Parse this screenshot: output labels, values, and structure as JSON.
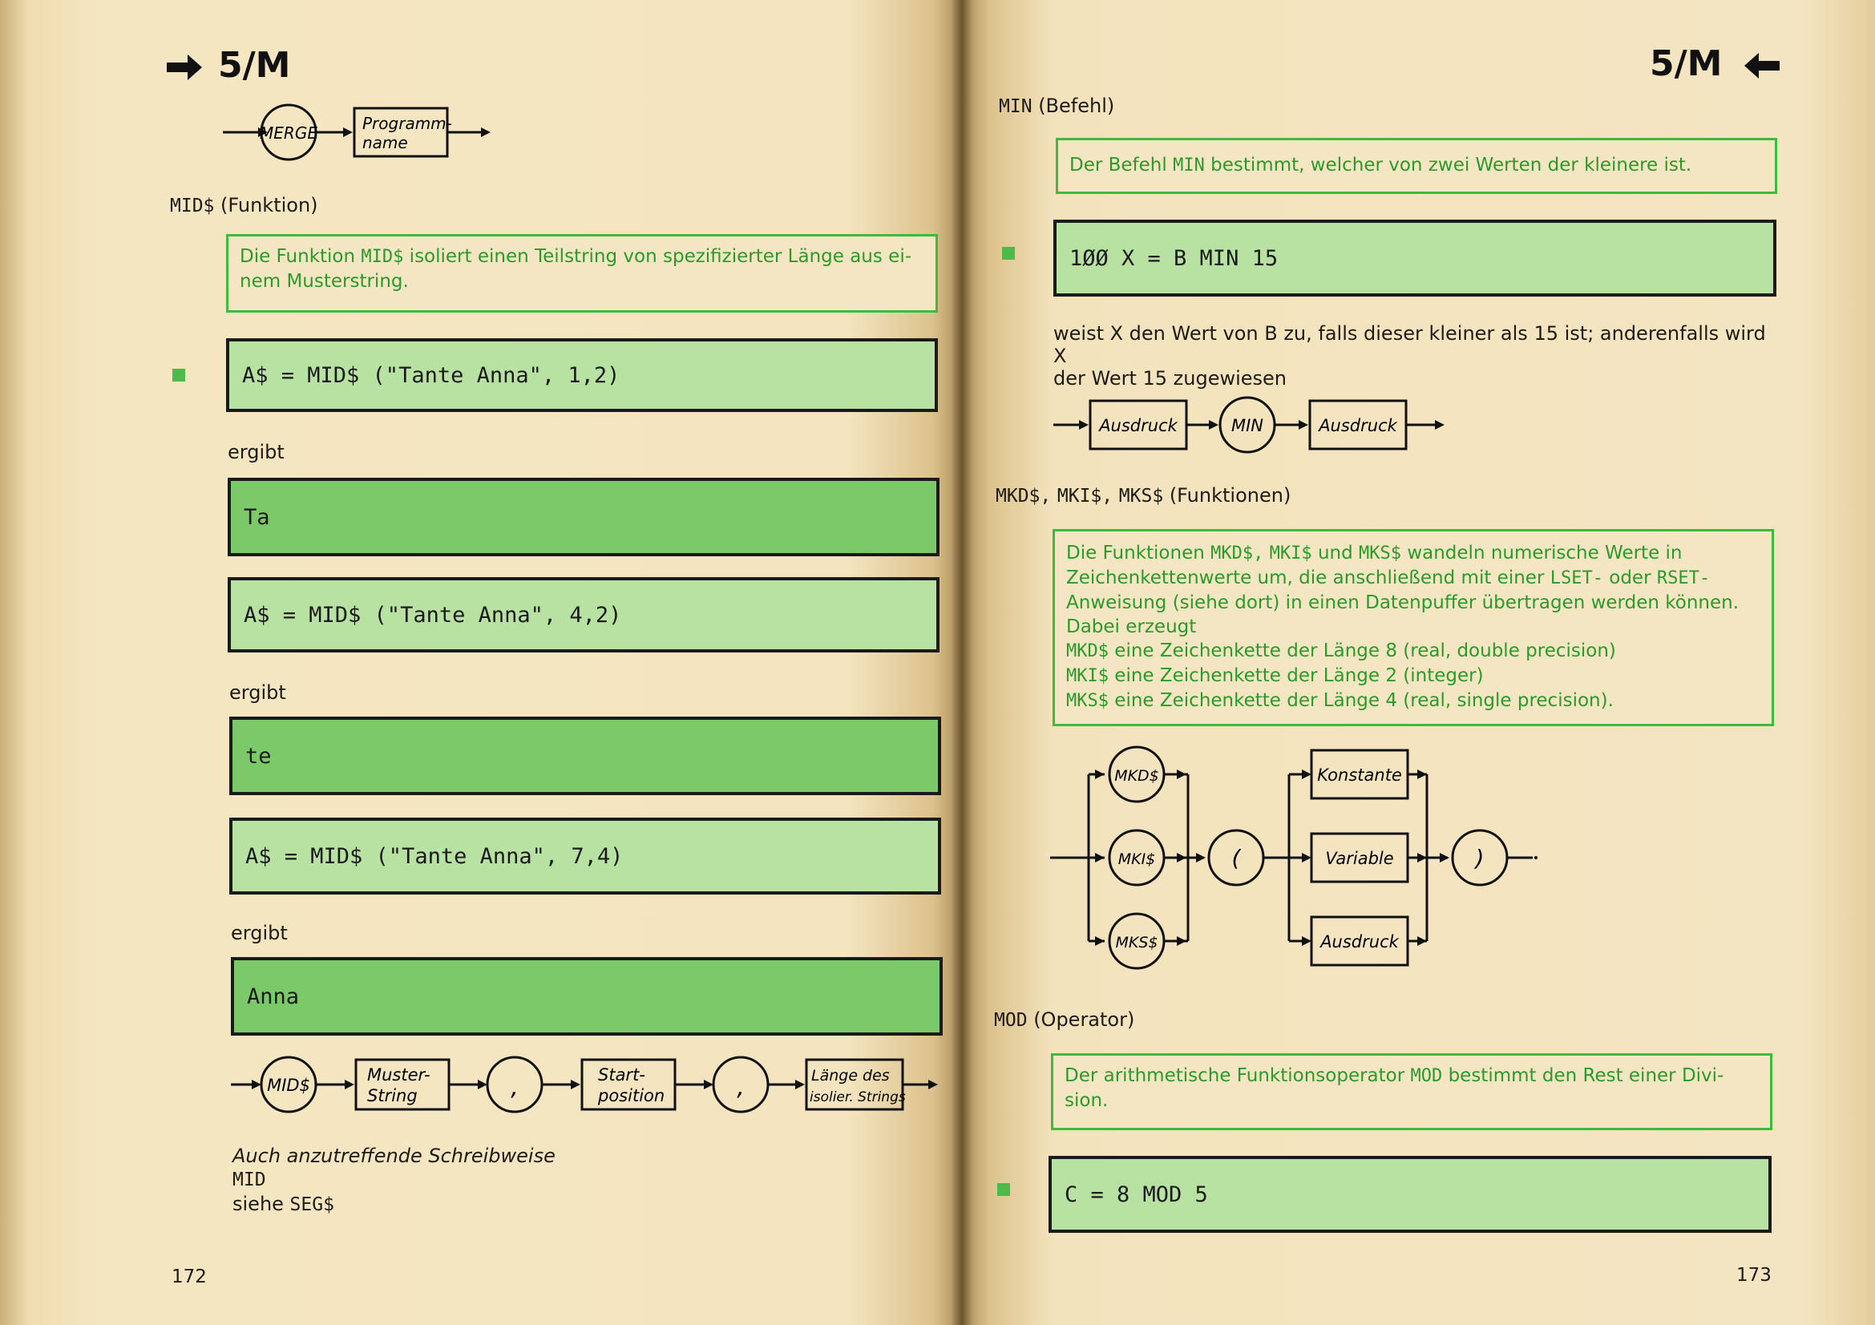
{
  "left": {
    "header": "5/M",
    "merge_diagram": {
      "keyword": "MERGE",
      "param": [
        "Programm-",
        "name"
      ]
    },
    "mid_heading": {
      "keyword": "MID$",
      "kind": "(Funktion)"
    },
    "mid_def": {
      "pre": "Die Funktion ",
      "kw": "MID$",
      "line1": " isoliert einen Teilstring von spezifizierter Länge aus ei-",
      "line2": "nem Musterstring."
    },
    "examples": [
      {
        "code": "A$ = MID$ (\"Tante Anna\", 1,2)",
        "ergibt": "ergibt",
        "result": "Ta"
      },
      {
        "code": "A$ = MID$ (\"Tante Anna\", 4,2)",
        "ergibt": "ergibt",
        "result": "te"
      },
      {
        "code": "A$ = MID$ (\"Tante Anna\", 7,4)",
        "ergibt": "ergibt",
        "result": "Anna"
      }
    ],
    "mid_diagram": {
      "keyword": "MID$",
      "box1": [
        "Muster-",
        "String"
      ],
      "comma": ",",
      "box2": [
        "Start-",
        "position"
      ],
      "box3": [
        "Länge des",
        "isolier. Strings"
      ]
    },
    "note_line1": "Auch anzutreffende Schreibweise",
    "note_line2": "MID",
    "note_line3_pre": "siehe ",
    "note_line3_kw": "SEG$",
    "page_number": "172"
  },
  "right": {
    "header": "5/M",
    "min_heading": {
      "keyword": "MIN",
      "kind": "(Befehl)"
    },
    "min_def": {
      "pre": "Der Befehl ",
      "kw": "MIN",
      "post": " bestimmt, welcher von zwei Werten der kleinere ist."
    },
    "min_code": "1ØØ X = B MIN 15",
    "min_text1": "weist X den Wert von B zu, falls dieser kleiner als 15 ist; anderenfalls wird X",
    "min_text2": "der Wert 15 zugewiesen",
    "min_diagram": {
      "box1": "Ausdruck",
      "keyword": "MIN",
      "box2": "Ausdruck"
    },
    "mk_heading": {
      "kw1": "MKD$,",
      "kw2": "MKI$,",
      "kw3": "MKS$",
      "kind": "(Funktionen)"
    },
    "mk_def": {
      "l1_pre": "Die Funktionen ",
      "l1_kw1": "MKD$,",
      "l1_kw2": "MKI$",
      "l1_mid": " und ",
      "l1_kw3": "MKS$",
      "l1_post": " wandeln numerische Werte in",
      "l2_pre": "Zeichenkettenwerte um, die anschließend mit einer ",
      "l2_kw1": "LSET-",
      "l2_mid": " oder ",
      "l2_kw2": "RSET-",
      "l3": "Anweisung (siehe dort) in einen Datenpuffer übertragen werden können.",
      "l4": "Dabei erzeugt",
      "l5_kw": "MKD$",
      "l5": " eine Zeichenkette der Länge 8 (real, double precision)",
      "l6_kw": "MKI$",
      "l6": " eine Zeichenkette der Länge 2 (integer)",
      "l7_kw": "MKS$",
      "l7": " eine Zeichenkette der Länge 4 (real, single precision)."
    },
    "mk_diagram": {
      "fn1": "MKD$",
      "fn2": "MKI$",
      "fn3": "MKS$",
      "open": "(",
      "opt1": "Konstante",
      "opt2": "Variable",
      "opt3": "Ausdruck",
      "close": ")"
    },
    "mod_heading": {
      "keyword": "MOD",
      "kind": "(Operator)"
    },
    "mod_def": {
      "pre": "Der arithmetische Funktionsoperator ",
      "kw": "MOD",
      "line1": " bestimmt den Rest einer Divi-",
      "line2": "sion."
    },
    "mod_code": "C = 8 MOD 5",
    "page_number": "173"
  },
  "colors": {
    "accent_green": "#3dbb3d",
    "code_fill": "#b8e2a2",
    "result_fill": "#7cc96a",
    "paper": "#f4e5c0"
  }
}
